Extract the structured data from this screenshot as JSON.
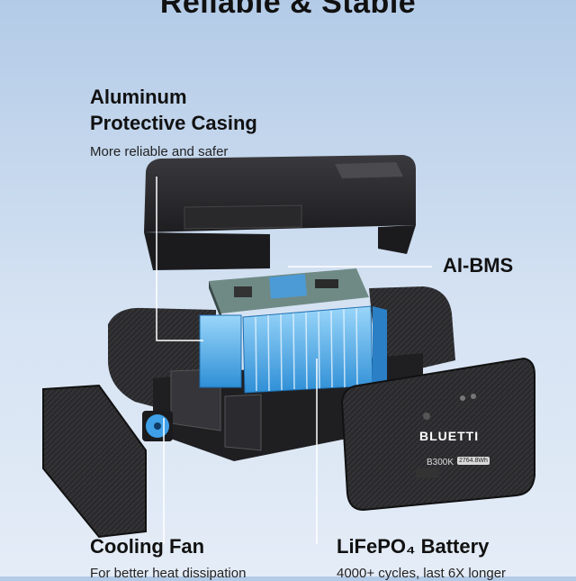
{
  "headline": "Reliable & Stable",
  "callouts": {
    "casing": {
      "title_line1": "Aluminum",
      "title_line2": "Protective Casing",
      "description": "More reliable and safer"
    },
    "bms": {
      "title": "AI-BMS"
    },
    "fan": {
      "title": "Cooling Fan",
      "description": "For better heat dissipation"
    },
    "battery": {
      "title": "LiFePO₄ Battery",
      "description": "4000+ cycles, last 6X longer"
    }
  },
  "device": {
    "brand": "BLUETTI",
    "model": "B300K",
    "capacity_badge": "2764.8Wh"
  },
  "colors": {
    "background_top": "#b3cbe7",
    "background_bottom": "#e4ecf7",
    "cells": "#5fb6ee",
    "fan": "#3fa0e8",
    "leader_lines": "#ffffff",
    "casing": "#2e2e31"
  }
}
